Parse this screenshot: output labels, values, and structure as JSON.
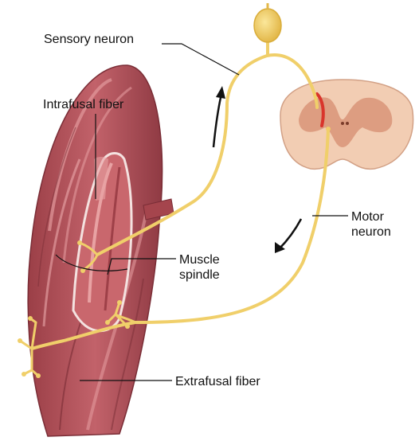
{
  "labels": {
    "sensory_neuron": "Sensory neuron",
    "intrafusal_fiber": "Intrafusal fiber",
    "motor_neuron_line1": "Motor",
    "motor_neuron_line2": "neuron",
    "muscle_spindle_line1": "Muscle",
    "muscle_spindle_line2": "spindle",
    "extrafusal_fiber": "Extrafusal fiber"
  },
  "colors": {
    "nerve": "#f0cf6a",
    "nerve_stroke": "#d9ad3a",
    "muscle": "#b8545a",
    "muscle_dark": "#8f3a43",
    "muscle_light": "#d98a8c",
    "spinal_cord": "#f0c9ae",
    "spinal_gray": "#d89478",
    "interneuron": "#d9342b",
    "arrow": "#111111"
  },
  "icons": {
    "sensory_arrow": "arrow-up-icon",
    "motor_arrow": "arrow-down-icon"
  }
}
